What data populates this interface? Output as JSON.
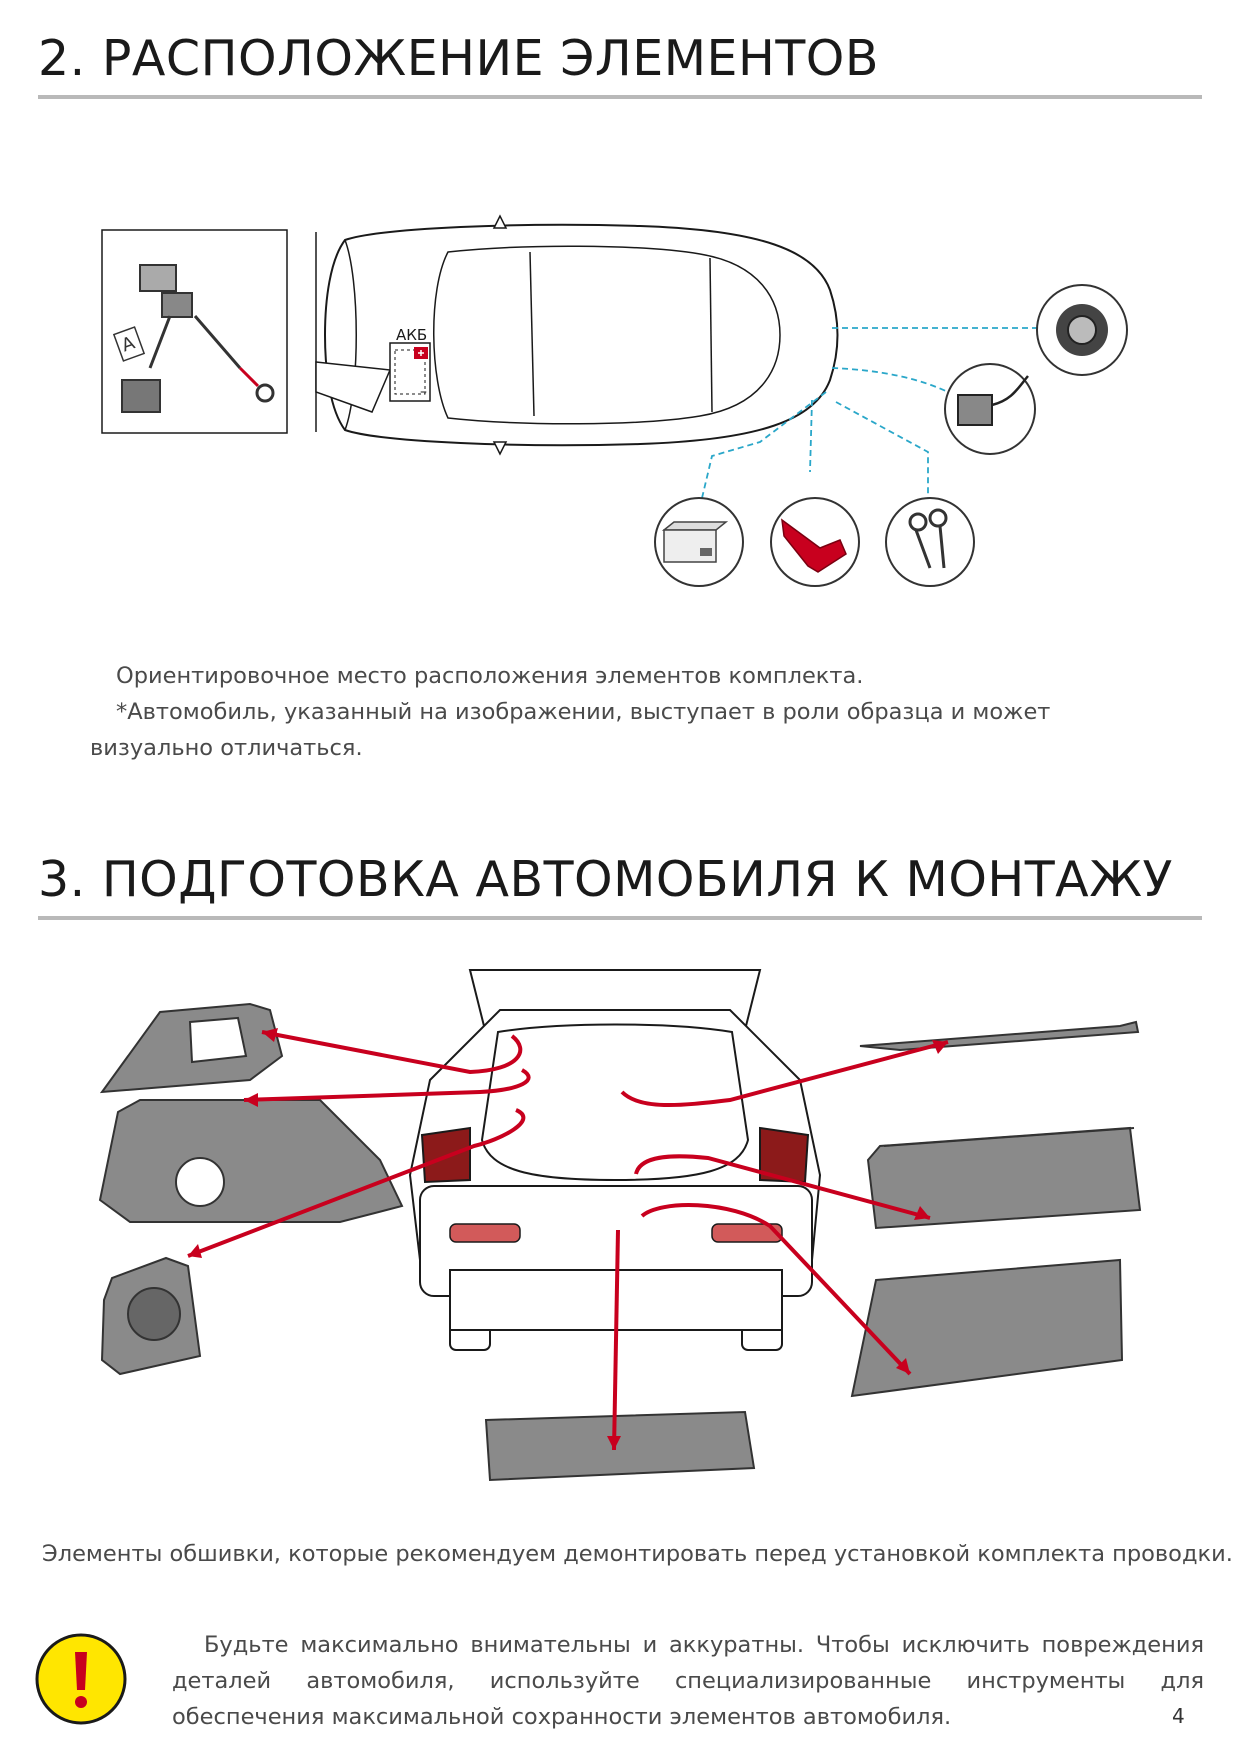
{
  "section2": {
    "title": "2. РАСПОЛОЖЕНИЕ ЭЛЕМЕНТОВ",
    "figure": {
      "label_a": "А",
      "label_battery": "АКБ"
    },
    "caption_line1": "Ориентировочное место расположения элементов комплекта.",
    "caption_line2": "*Автомобиль, указанный на изображении, выступает в роли образца и может визуально отличаться."
  },
  "section3": {
    "title": "3. ПОДГОТОВКА АВТОМОБИЛЯ К МОНТАЖУ",
    "caption": "Элементы обшивки, которые рекомендуем демонтировать перед установкой комплекта проводки."
  },
  "warning": {
    "icon": "exclamation-warning-icon",
    "color": "#ffe600",
    "text": "Будьте максимально внимательны и аккуратны. Чтобы исключить повреждения деталей автомобиля, используйте специализированные инструменты для обеспечения максимальной сохранности элементов автомобиля."
  },
  "colors": {
    "arrow": "#c8001e",
    "dashed_line": "#2aa7c9",
    "rule": "#b9b9b9"
  },
  "page_number": "4"
}
